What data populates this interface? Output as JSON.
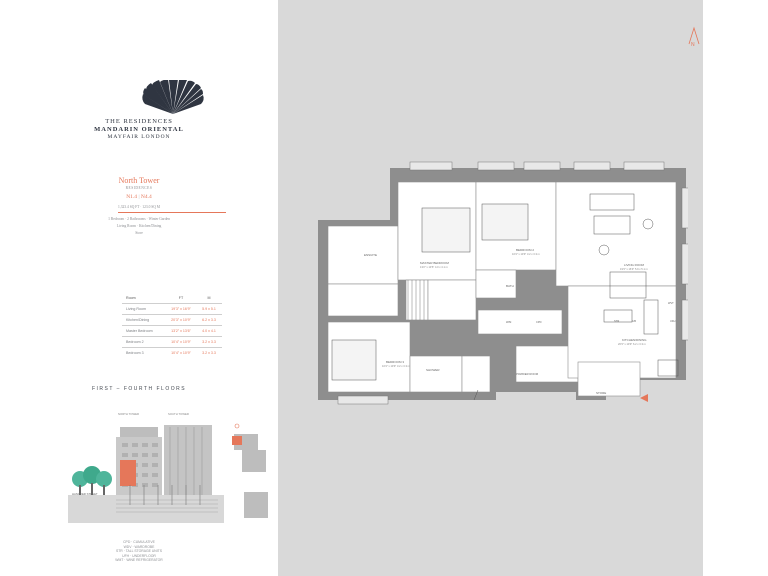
{
  "brand": {
    "line1": "THE RESIDENCES",
    "line2": "MANDARIN ORIENTAL",
    "line3": "MAYFAIR LONDON"
  },
  "tower": {
    "name": "North Tower",
    "subtitle": "RESIDENCES",
    "units": [
      "N1.4",
      "N4.4"
    ],
    "area": "1,323.4 SQ FT  ·  123.0 SQ M",
    "features_line1": "1 Bedroom  ·  2 Bathrooms  ·  Winter Garden",
    "features_line2": "Living Room  ·  Kitchen/Dining",
    "features_line3": "Store"
  },
  "schedule": {
    "headers": [
      "Room",
      "FT",
      "M"
    ],
    "rows": [
      [
        "Living Room",
        "19'3\" x 16'9\"",
        "5.9 x 5.1"
      ],
      [
        "Kitchen/Dining",
        "20'3\" x 10'9\"",
        "6.2 x 3.3"
      ],
      [
        "Master Bedroom",
        "13'2\" x 13'6\"",
        "4.0 x 4.1"
      ],
      [
        "Bedroom 2",
        "10'4\" x 10'9\"",
        "3.2 x 3.3"
      ],
      [
        "Bedroom 3",
        "10'4\" x 10'9\"",
        "3.2 x 3.3"
      ]
    ]
  },
  "floors_label": "FIRST – FOURTH FLOORS",
  "elevation_labels": {
    "north_tower": "NORTH TOWER",
    "south_tower": "SOUTH TOWER",
    "street": "HANOVER STREET"
  },
  "footer_lines": [
    "CPD · CUMULATIVE",
    "WDV · WARDROBE",
    "STR · TALL STORAGE UNITS",
    "UFH · UNDERFLOOR",
    "WMT · WINE REFRIGERATOR"
  ],
  "plan_labels": {
    "ensuite": "ENSUITE",
    "master_bedroom": "MASTER BEDROOM",
    "master_bedroom_dim": "13'2\" x 13'6\"  4.0 x 4.1 m",
    "bedroom2": "BEDROOM 2",
    "bedroom2_dim": "10'4\" x 10'9\"  3.2 x 3.3 m",
    "bedroom3": "BEDROOM 3",
    "bedroom3_dim": "10'4\" x 10'9\"  3.2 x 3.3 m",
    "shower": "SHOWER",
    "powder_room": "POWDER ROOM",
    "bath": "BATH",
    "living_room": "LIVING ROOM",
    "living_dim": "19'3\" x 16'9\"  5.9 x 5.1 m",
    "kitchen_dining": "KITCHEN/DINING",
    "kitchen_dim": "20'3\" x 10'9\"  6.2 x 3.3 m",
    "store": "STORE",
    "wm": "W/M",
    "cpd": "CPD",
    "str": "STR",
    "fr": "F/R",
    "wvt": "WVT",
    "ufh": "UFH",
    "n": "N"
  },
  "colors": {
    "accent": "#e5775a",
    "brand_navy": "#2f3541",
    "plan_bg": "#d9d9d9",
    "wall": "#8e8e8e",
    "room_fill": "#ffffff"
  }
}
